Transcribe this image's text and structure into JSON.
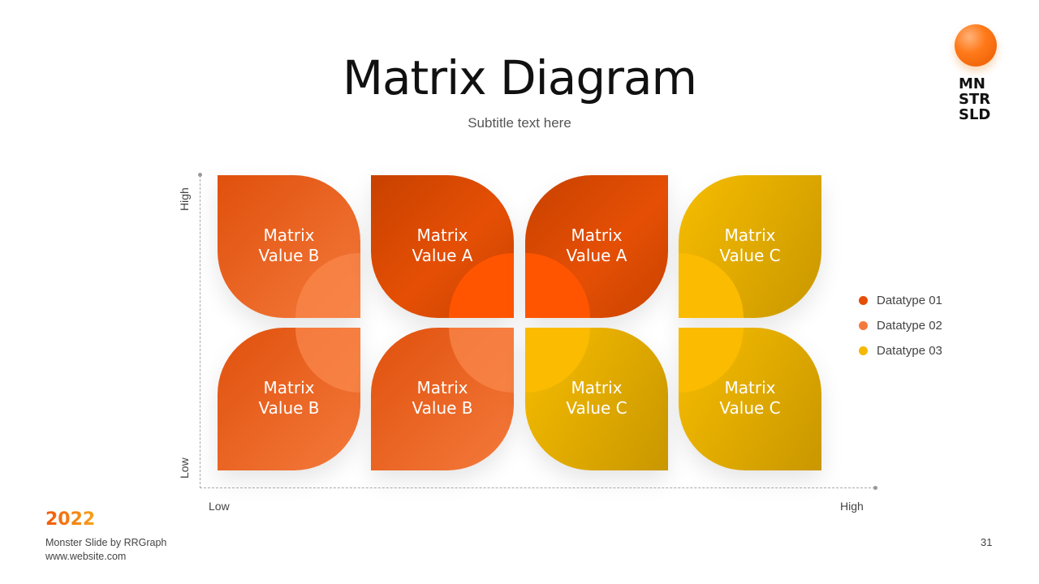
{
  "header": {
    "title": "Matrix Diagram",
    "subtitle": "Subtitle text here"
  },
  "logo": {
    "text": "MN\nSTR\nSLD"
  },
  "axes": {
    "y_high": "High",
    "y_low": "Low",
    "x_low": "Low",
    "x_high": "High"
  },
  "matrix": {
    "tiles": [
      {
        "line1": "Matrix",
        "line2": "Value B",
        "datatype": "Datatype 02"
      },
      {
        "line1": "Matrix",
        "line2": "Value A",
        "datatype": "Datatype 01"
      },
      {
        "line1": "Matrix",
        "line2": "Value A",
        "datatype": "Datatype 01"
      },
      {
        "line1": "Matrix",
        "line2": "Value C",
        "datatype": "Datatype 03"
      },
      {
        "line1": "Matrix",
        "line2": "Value B",
        "datatype": "Datatype 02"
      },
      {
        "line1": "Matrix",
        "line2": "Value B",
        "datatype": "Datatype 02"
      },
      {
        "line1": "Matrix",
        "line2": "Value C",
        "datatype": "Datatype 03"
      },
      {
        "line1": "Matrix",
        "line2": "Value C",
        "datatype": "Datatype 03"
      }
    ]
  },
  "legend": [
    {
      "label": "Datatype 01",
      "color": "#e64d05"
    },
    {
      "label": "Datatype 02",
      "color": "#f47a3c"
    },
    {
      "label": "Datatype 03",
      "color": "#f6b800"
    }
  ],
  "footer": {
    "year": "2022",
    "credit": "Monster Slide  by RRGraph",
    "website": "www.website.com",
    "page_number": "31"
  }
}
